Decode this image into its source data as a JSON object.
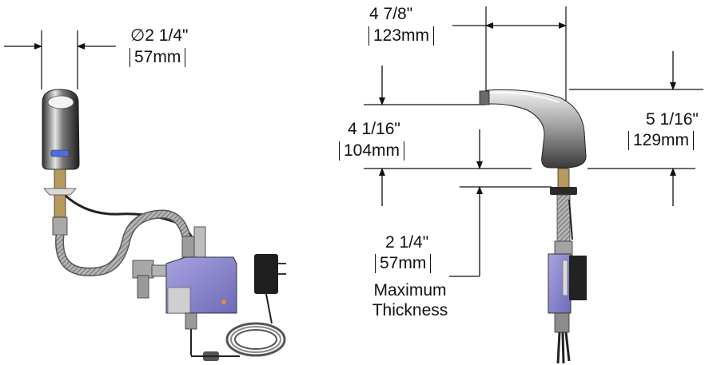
{
  "dimensions": {
    "outlet_diameter": {
      "imperial": "∅2 1/4\"",
      "metric": "57mm"
    },
    "spout_reach": {
      "imperial": "4 7/8\"",
      "metric": "123mm"
    },
    "spout_height": {
      "imperial": "4 1/16\"",
      "metric": "104mm"
    },
    "overall_height": {
      "imperial": "5 1/16\"",
      "metric": "129mm"
    },
    "deck_thickness": {
      "imperial": "2 1/4\"",
      "metric": "57mm",
      "note_line1": "Maximum",
      "note_line2": "Thickness"
    }
  },
  "colors": {
    "line": "#111111",
    "chrome_dark": "#3a3a3a",
    "chrome_light": "#d8d8d8",
    "control_box": "#8f8ad0",
    "hose": "#9a9a9a",
    "brass": "#c9a96a"
  }
}
